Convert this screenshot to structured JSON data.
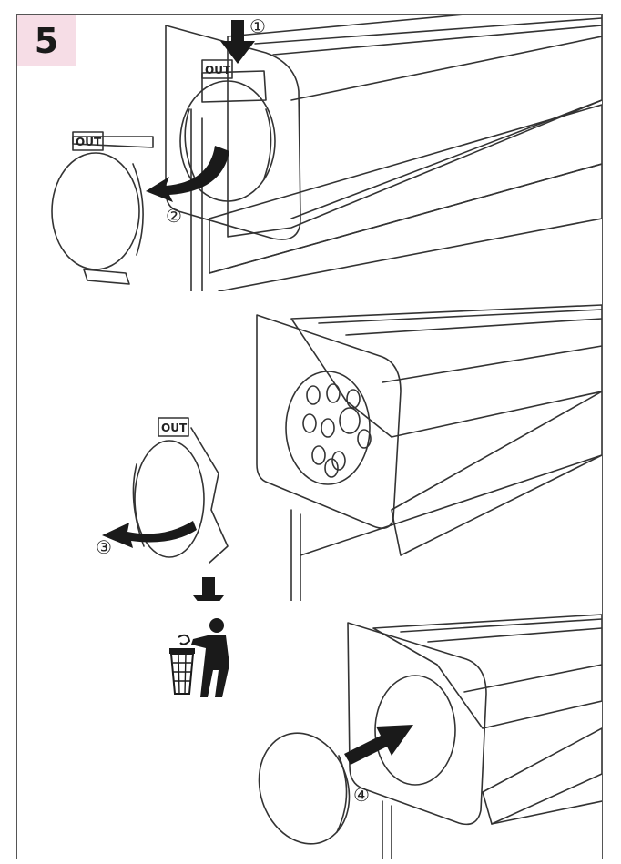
{
  "step": {
    "number": "5",
    "badge_color": "#f6dde6"
  },
  "cap_label": "OUT",
  "callouts": {
    "press": "①",
    "pull_off": "②",
    "rotate_remove": "③",
    "insert_cover": "④"
  },
  "icons": [
    "down-arrow-icon",
    "curved-arrow-icon",
    "recycle-bin-icon",
    "person-discarding-icon"
  ],
  "colors": {
    "housing": "#d0d0d0",
    "cap": "#c4c4c4",
    "ink": "#333333",
    "arrow": "#1a1a1a"
  }
}
